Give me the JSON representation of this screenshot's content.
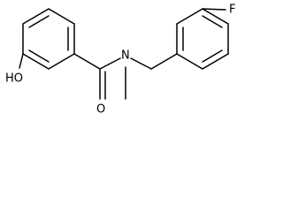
{
  "molecule": {
    "atoms": {
      "fluorine": "F",
      "hydroxyl": "HO",
      "amide_oxygen": "O",
      "amide_nitrogen": "N"
    }
  }
}
